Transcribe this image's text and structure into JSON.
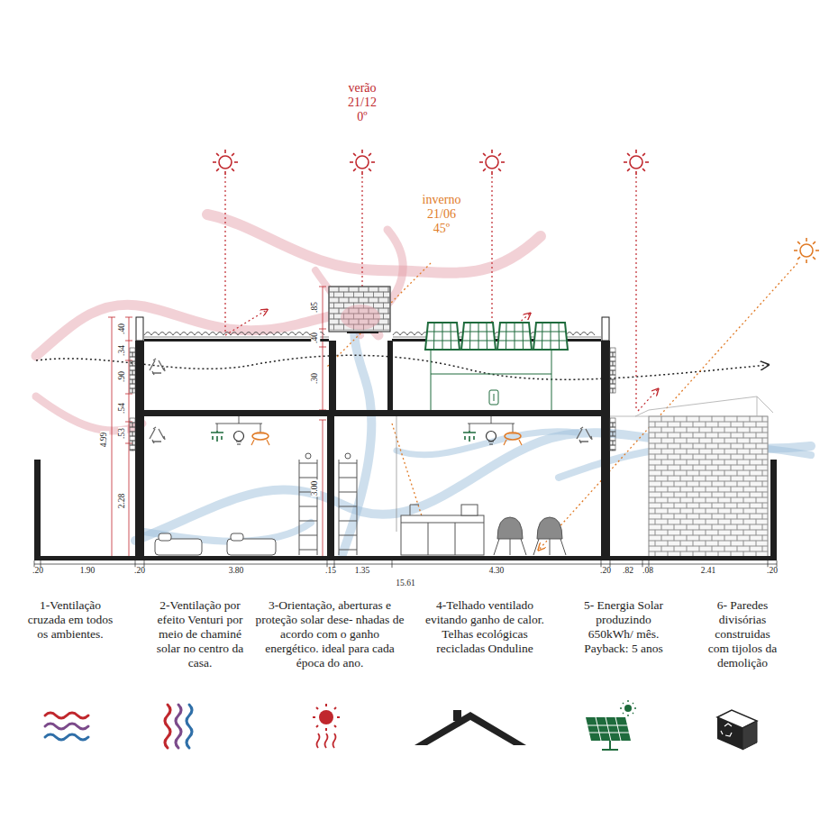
{
  "diagram": {
    "labels": [
      "verão",
      "21/12",
      "0º",
      "inverno",
      "21/06",
      "45º",
      ".40",
      ".34",
      ".90",
      ".54",
      ".53",
      "4.99",
      "2.28",
      ".85",
      ".40",
      ".30",
      "3.00",
      ".20",
      "1.90",
      ".20",
      "3.80",
      ".15",
      "1.35",
      "4.30",
      ".20",
      ".82",
      ".08",
      "2.41",
      ".20",
      "15.61",
      "1-Ventilação cruzada em todos os ambientes.",
      "2-Ventilação por efeito Venturi por meio de chaminé solar no centro da casa.",
      "3-Orientação, aberturas e proteção solar dese- nhadas de acordo com o ganho energético. ideal para cada época do ano.",
      "4-Telhado ventilado evitando ganho de calor. Telhas ecológicas recicladas Onduline",
      "5- Energia Solar produzindo 650kWh/ mês. Payback: 5 anos",
      "6- Paredes divisórias construidas com tijolos da demolição"
    ]
  }
}
